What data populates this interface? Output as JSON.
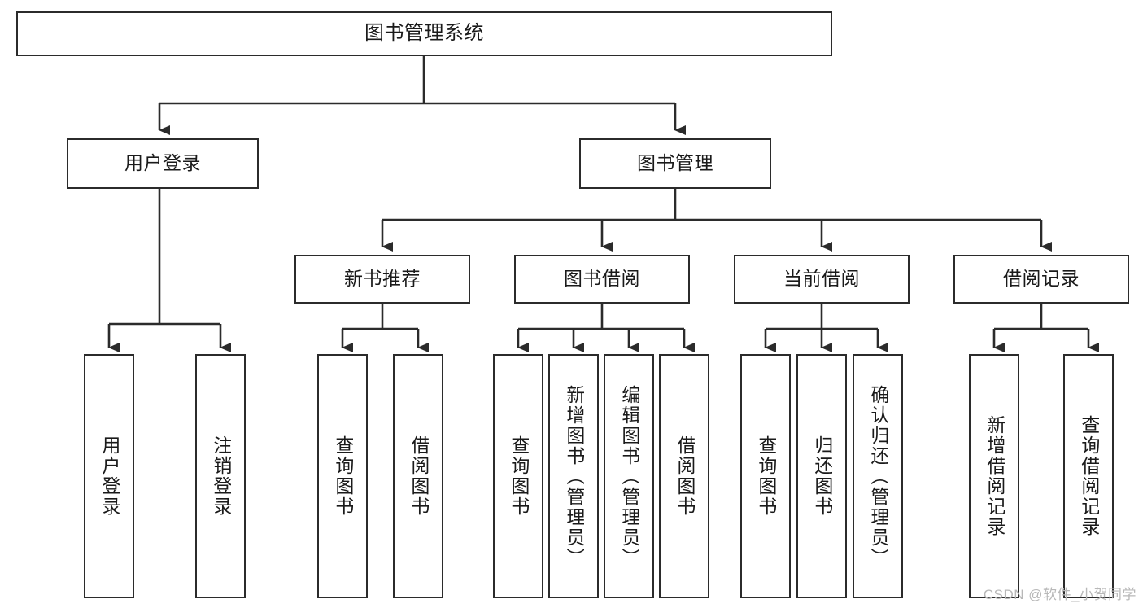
{
  "diagram": {
    "title": "图书管理系统",
    "type": "tree-hierarchy-flowchart",
    "colors": {
      "box_border": "#2b2b2b",
      "box_fill": "#ffffff",
      "connector": "#2b2b2b",
      "text": "#1a1a1a",
      "watermark": "#b8b8b8",
      "background": "#ffffff"
    },
    "watermark": "CSDN @软件_小贺同学"
  },
  "nodes": {
    "root": {
      "label": "图书管理系统",
      "level": 1
    },
    "level2": [
      {
        "id": "user-login",
        "label": "用户登录"
      },
      {
        "id": "book-management",
        "label": "图书管理"
      }
    ],
    "level3": [
      {
        "id": "new-book-recommend",
        "label": "新书推荐"
      },
      {
        "id": "book-borrow",
        "label": "图书借阅"
      },
      {
        "id": "current-borrow",
        "label": "当前借阅"
      },
      {
        "id": "borrow-record",
        "label": "借阅记录"
      }
    ],
    "leaves": {
      "user_login": [
        {
          "id": "leaf-user-login",
          "label": "用户登录"
        },
        {
          "id": "leaf-logout-login",
          "label": "注销登录"
        }
      ],
      "new_book_recommend": [
        {
          "id": "leaf-query-book-1",
          "label": "查询图书"
        },
        {
          "id": "leaf-borrow-book-1",
          "label": "借阅图书"
        }
      ],
      "book_borrow": [
        {
          "id": "leaf-query-book-2",
          "label": "查询图书"
        },
        {
          "id": "leaf-add-book",
          "label": "新增图书（管理员）"
        },
        {
          "id": "leaf-edit-book",
          "label": "编辑图书（管理员）"
        },
        {
          "id": "leaf-borrow-book-2",
          "label": "借阅图书"
        }
      ],
      "current_borrow": [
        {
          "id": "leaf-query-book-3",
          "label": "查询图书"
        },
        {
          "id": "leaf-return-book",
          "label": "归还图书"
        },
        {
          "id": "leaf-confirm-return",
          "label": "确认归还（管理员）"
        }
      ],
      "borrow_record": [
        {
          "id": "leaf-add-record",
          "label": "新增借阅记录"
        },
        {
          "id": "leaf-query-record",
          "label": "查询借阅记录"
        }
      ]
    }
  }
}
